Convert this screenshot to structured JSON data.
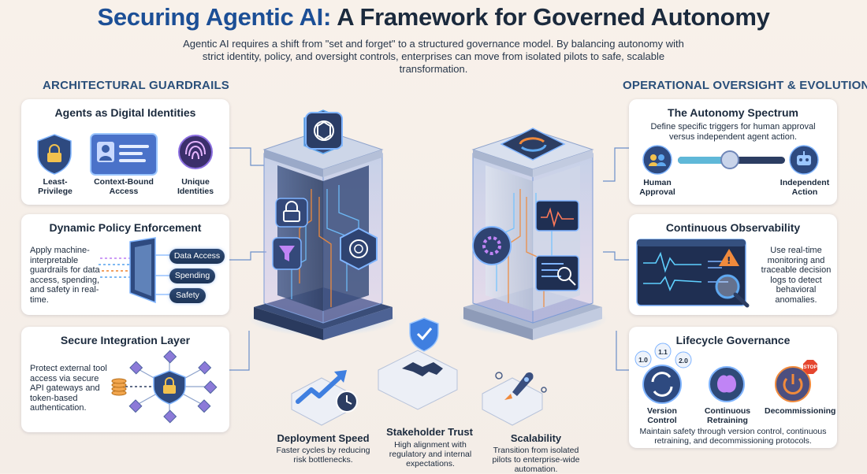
{
  "header": {
    "title_main": "Securing Agentic AI:",
    "title_rest": " A Framework for Governed Autonomy",
    "subtitle": "Agentic AI requires a shift from \"set and forget\" to a structured governance model. By balancing autonomy with strict identity, policy, and oversight controls, enterprises can move from isolated pilots to safe, scalable transformation."
  },
  "left_section": {
    "heading": "ARCHITECTURAL GUARDRAILS",
    "identities": {
      "title": "Agents as Digital Identities",
      "items": [
        {
          "icon": "lock-shield-icon",
          "label": "Least-Privilege"
        },
        {
          "icon": "id-badge-icon",
          "label": "Context-Bound Access"
        },
        {
          "icon": "fingerprint-icon",
          "label": "Unique Identities"
        }
      ]
    },
    "policy": {
      "title": "Dynamic Policy Enforcement",
      "text": "Apply machine-interpretable guardrails for data access, spending, and safety in real-time.",
      "pills": [
        "Data Access",
        "Spending",
        "Safety"
      ]
    },
    "integration": {
      "title": "Secure Integration Layer",
      "text": "Protect external tool access via secure API gateways and token-based authentication."
    }
  },
  "right_section": {
    "heading": "OPERATIONAL OVERSIGHT & EVOLUTION",
    "autonomy": {
      "title": "The Autonomy Spectrum",
      "text": "Define specific triggers for human approval versus independent agent action.",
      "left_label": "Human Approval",
      "right_label": "Independent Action"
    },
    "observability": {
      "title": "Continuous Observability",
      "text": "Use real-time monitoring and traceable decision logs to detect behavioral anomalies."
    },
    "lifecycle": {
      "title": "Lifecycle Governance",
      "versions": [
        "1.0",
        "1.1",
        "2.0"
      ],
      "stop_label": "STOP",
      "items": [
        "Version Control",
        "Continuous Retraining",
        "Decommissioning"
      ],
      "text": "Maintain safety through version control, continuous retraining, and decommissioning protocols."
    }
  },
  "outcomes": [
    {
      "title": "Deployment Speed",
      "text": "Faster cycles by reducing risk bottlenecks."
    },
    {
      "title": "Stakeholder Trust",
      "text": "High alignment with regulatory and internal expectations."
    },
    {
      "title": "Scalability",
      "text": "Transition from isolated pilots to enterprise-wide automation."
    }
  ],
  "colors": {
    "title_blue": "#1c4f96",
    "navy": "#1d3457",
    "accent_purple": "#7b5cd6",
    "accent_orange": "#f08a3c",
    "glow_blue": "#5fa8f0"
  }
}
